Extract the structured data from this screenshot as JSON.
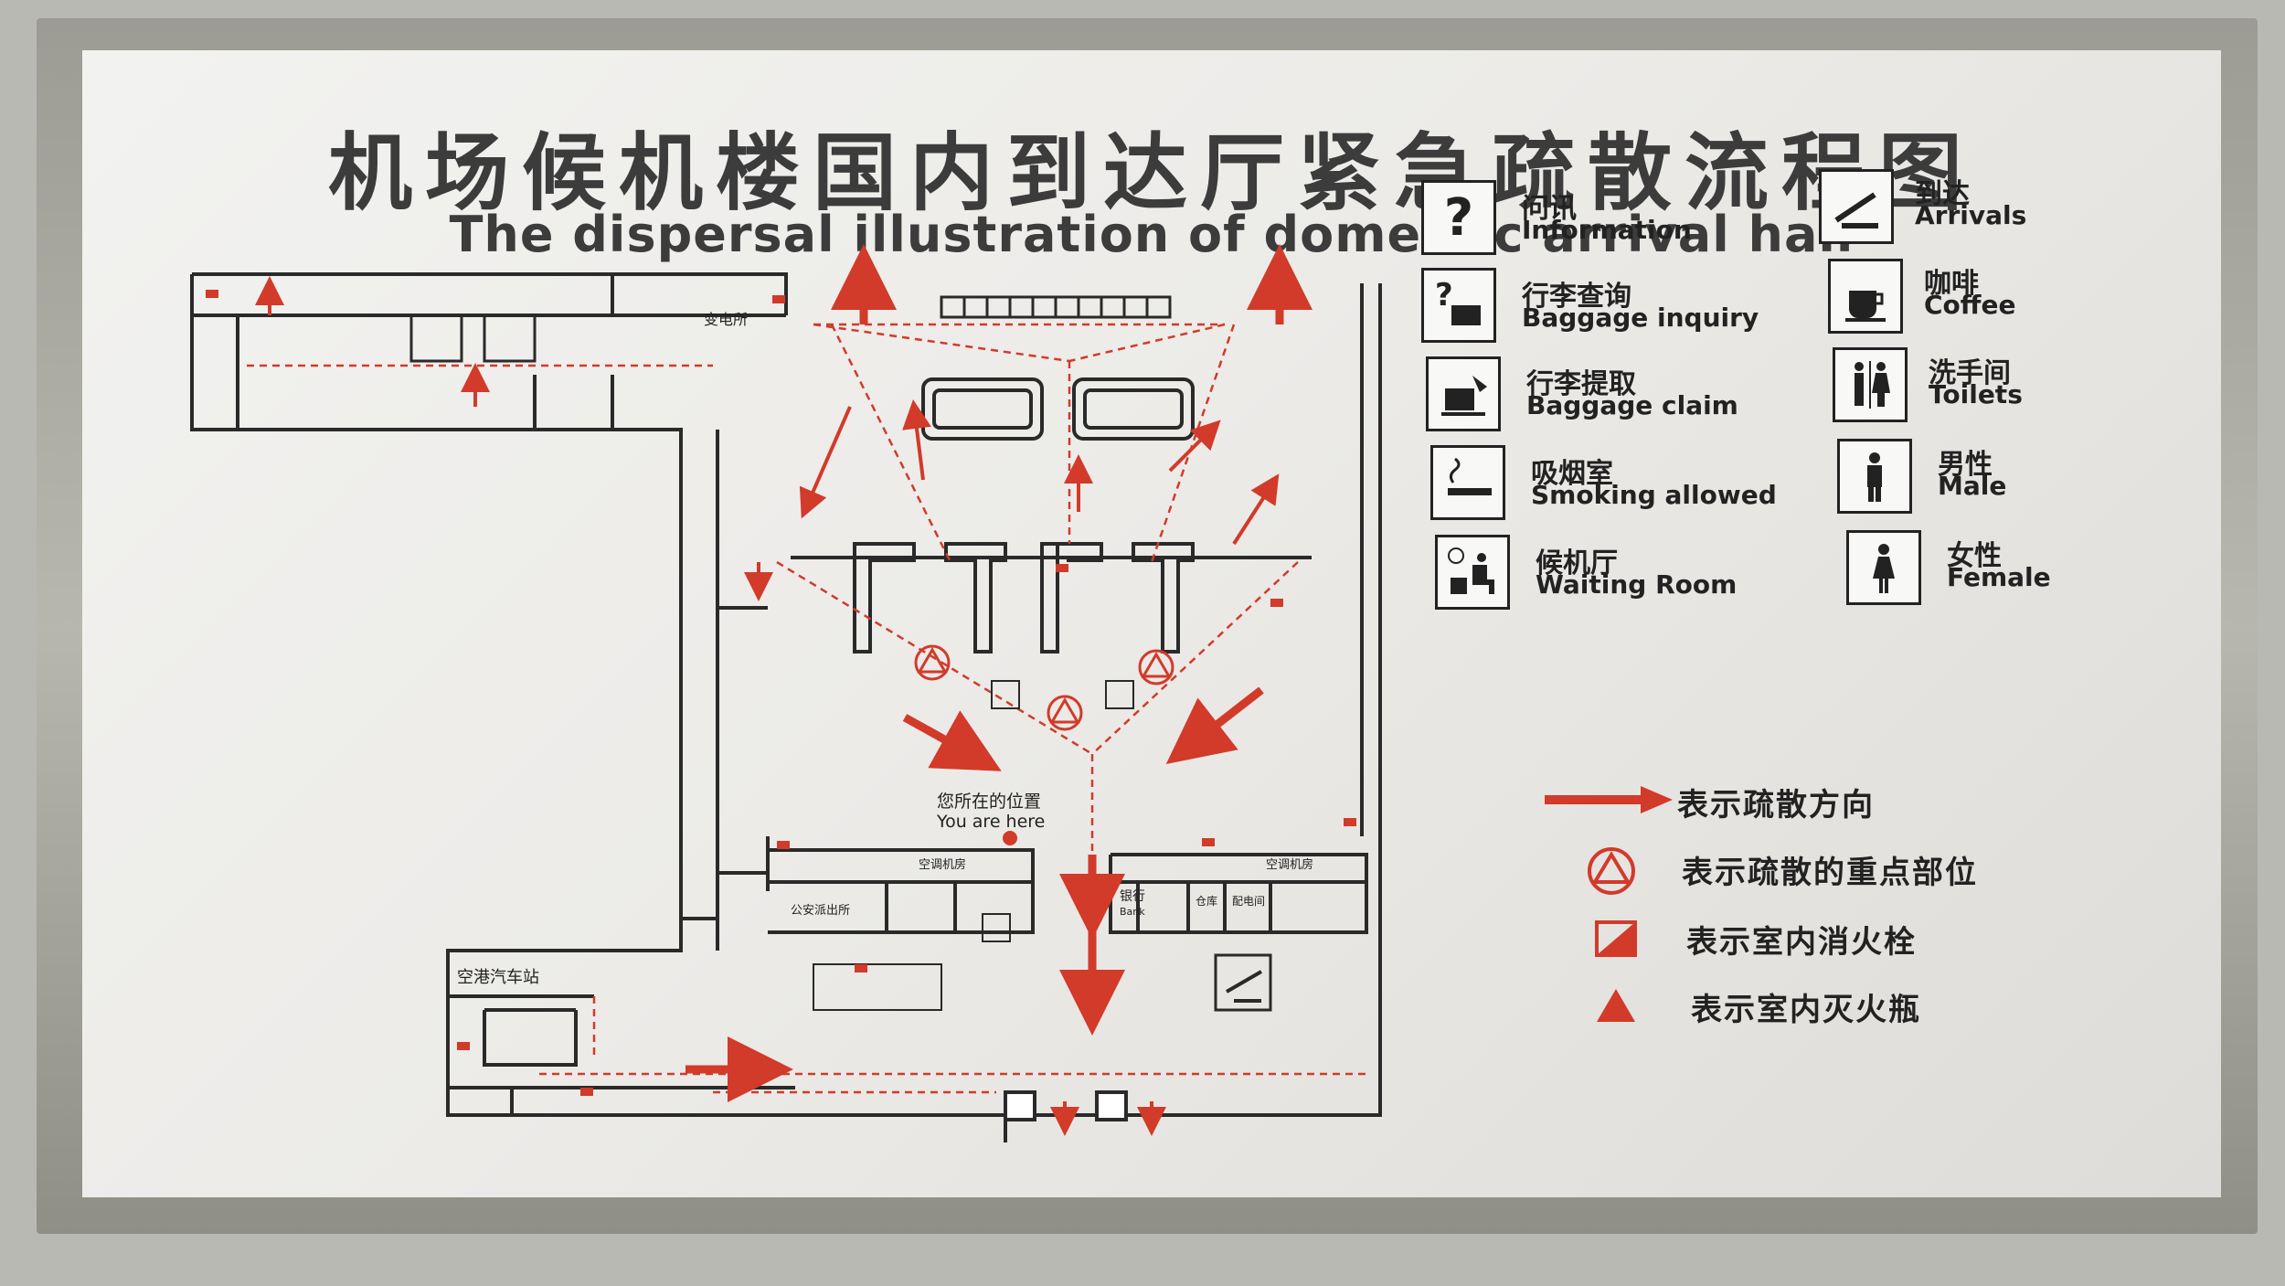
{
  "title_cn": "机场候机楼国内到达厅紧急疏散流程图",
  "title_en": "The dispersal illustration of domestic arrival hall",
  "you_are_here": {
    "cn": "您所在的位置",
    "en": "You are here"
  },
  "rooms": {
    "substation": "变电所",
    "ac_room_1": "空调机房",
    "ac_room_2": "空调机房",
    "police": "公安派出所",
    "bank_cn": "银行",
    "bank_en": "Bank",
    "warehouse": "仓库",
    "power_room": "配电间",
    "bus_station": "空港汽车站"
  },
  "legend": [
    {
      "icon": "question-mark-icon",
      "cn": "问讯",
      "en": "Information"
    },
    {
      "icon": "arrivals-plane-icon",
      "cn": "到达",
      "en": "Arrivals"
    },
    {
      "icon": "baggage-inquiry-icon",
      "cn": "行李查询",
      "en": "Baggage inquiry"
    },
    {
      "icon": "coffee-cup-icon",
      "cn": "咖啡",
      "en": "Coffee"
    },
    {
      "icon": "baggage-claim-icon",
      "cn": "行李提取",
      "en": "Baggage claim"
    },
    {
      "icon": "toilets-icon",
      "cn": "洗手间",
      "en": "Toilets"
    },
    {
      "icon": "smoking-icon",
      "cn": "吸烟室",
      "en": "Smoking allowed"
    },
    {
      "icon": "male-icon",
      "cn": "男性",
      "en": "Male"
    },
    {
      "icon": "waiting-room-icon",
      "cn": "候机厅",
      "en": "Waiting Room"
    },
    {
      "icon": "female-icon",
      "cn": "女性",
      "en": "Female"
    }
  ],
  "key": [
    {
      "icon": "evacuation-arrow-icon",
      "text": "表示疏散方向"
    },
    {
      "icon": "key-point-icon",
      "text": "表示疏散的重点部位"
    },
    {
      "icon": "fire-hydrant-icon",
      "text": "表示室内消火栓"
    },
    {
      "icon": "fire-extinguisher-icon",
      "text": "表示室内灭火瓶"
    }
  ],
  "colors": {
    "evacuation_red": "#d23a2a",
    "wall": "#2a2a2a",
    "panel": "#efefec"
  }
}
